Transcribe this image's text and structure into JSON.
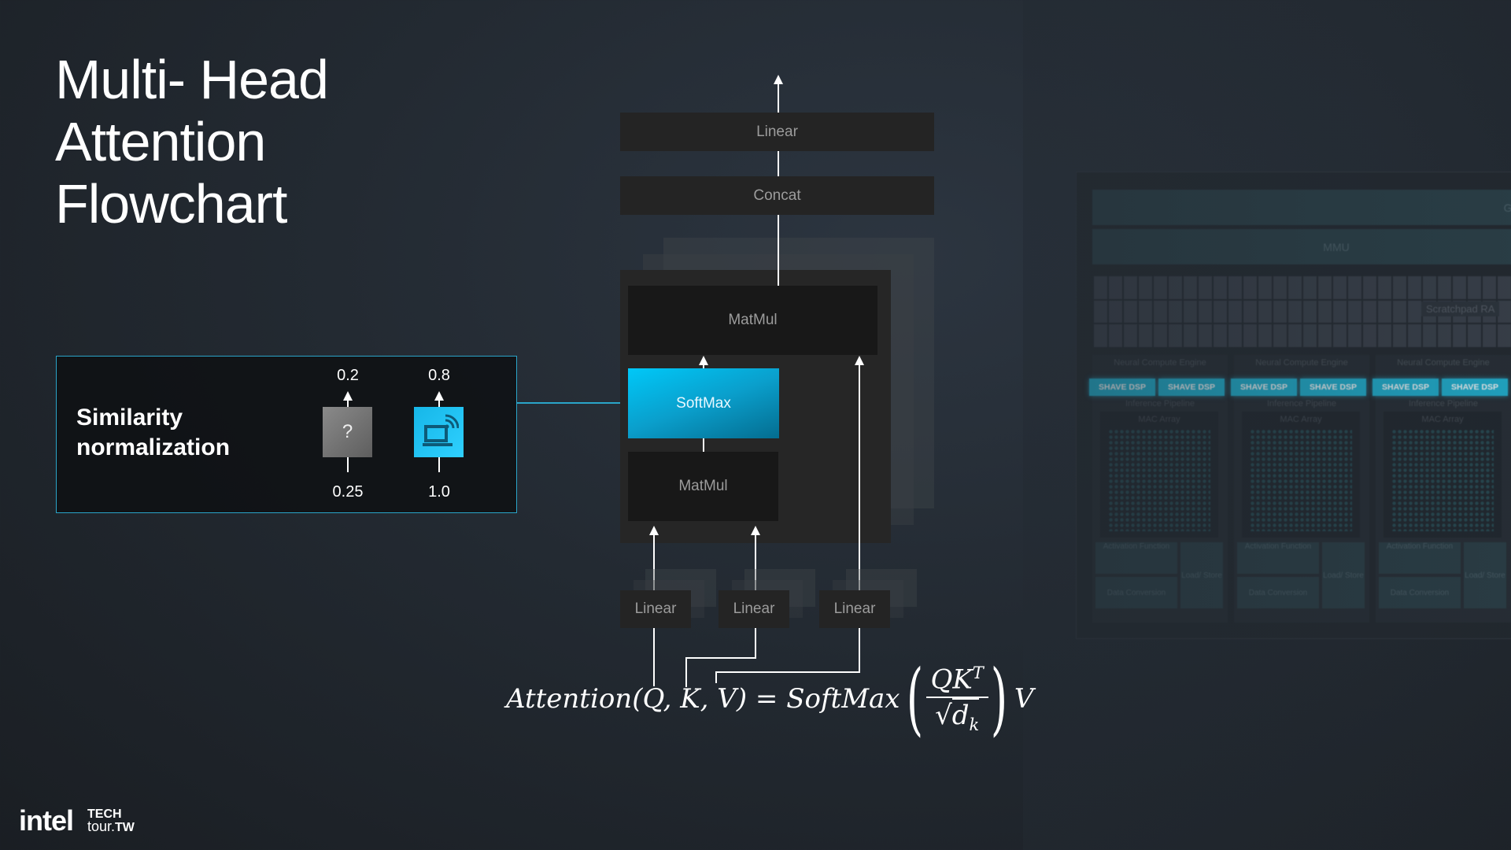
{
  "title": {
    "lines": [
      "Multi- Head",
      "Attention",
      "Flowchart"
    ]
  },
  "similarity": {
    "label_line1": "Similarity",
    "label_line2": "normalization",
    "items": [
      {
        "icon": "question-mark-icon",
        "glyph": "?",
        "input": "0.25",
        "output": "0.2"
      },
      {
        "icon": "laptop-wireless-icon",
        "input": "1.0",
        "output": "0.8"
      }
    ]
  },
  "flowchart": {
    "top_linear": "Linear",
    "concat": "Concat",
    "matmul_top": "MatMul",
    "softmax": "SoftMax",
    "matmul_low": "MatMul",
    "input_linears": [
      "Linear",
      "Linear",
      "Linear"
    ]
  },
  "formula": {
    "lhs": "Attention(Q, K, V) = SoftMax",
    "numerator": "QK",
    "numerator_sup": "T",
    "denominator_root": "√",
    "denominator": "d",
    "denominator_sub": "k",
    "tail": "V"
  },
  "chip": {
    "global_label": "Globa",
    "mmu_label": "MMU",
    "scratchpad_label": "Scratchpad RA",
    "engines": [
      {
        "title": "Neural Compute Engine",
        "dsp": [
          "SHAVE DSP",
          "SHAVE DSP"
        ],
        "pipeline": "Inference Pipeline",
        "mac": "MAC Array",
        "activation": "Activation Function",
        "conversion": "Data Conversion",
        "loadstore": "Load/ Store"
      },
      {
        "title": "Neural Compute Engine",
        "dsp": [
          "SHAVE DSP",
          "SHAVE DSP"
        ],
        "pipeline": "Inference Pipeline",
        "mac": "MAC Array",
        "activation": "Activation Function",
        "conversion": "Data Conversion",
        "loadstore": "Load/ Store"
      },
      {
        "title": "Neural Compute Engine",
        "dsp": [
          "SHAVE DSP",
          "SHAVE DSP"
        ],
        "pipeline": "Inference Pipeline",
        "mac": "MAC Array",
        "activation": "Activation Function",
        "conversion": "Data Conversion",
        "loadstore": "Load/ Store"
      }
    ]
  },
  "branding": {
    "intel": "intel",
    "tech": "TECH",
    "tour": "tour.",
    "region": "TW"
  },
  "colors": {
    "accent": "#2aa5c9",
    "softmax": "#0a9fcc",
    "shave": "#1fb3d3"
  }
}
